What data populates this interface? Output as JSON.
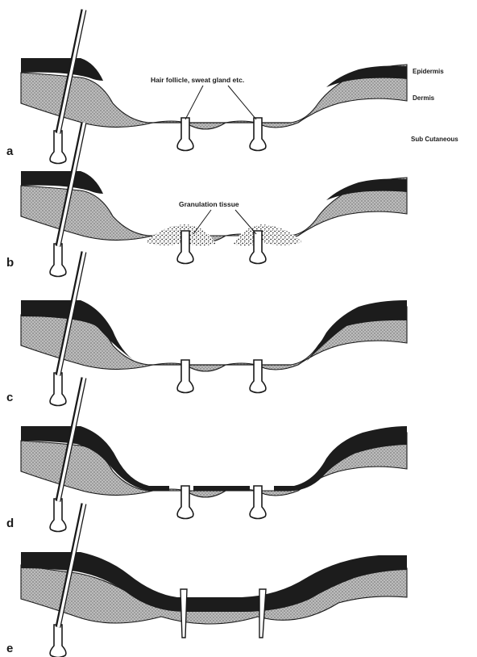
{
  "layers": {
    "epidermis": "Epidermis",
    "dermis": "Dermis",
    "subcutaneous": "Sub Cutaneous"
  },
  "annotations": {
    "appendages": "Hair follicle, sweat gland etc.",
    "granulation": "Granulation tissue"
  },
  "panels": [
    {
      "letter": "a"
    },
    {
      "letter": "b"
    },
    {
      "letter": "c"
    },
    {
      "letter": "d"
    },
    {
      "letter": "e"
    }
  ],
  "colors": {
    "epidermis": "#1c1c1c",
    "dermis_base": "#b9b9b9",
    "dermis_dot": "#7a7a7a",
    "outline": "#1a1a1a",
    "granulation_dot": "#2a2a2a",
    "background": "#ffffff"
  }
}
